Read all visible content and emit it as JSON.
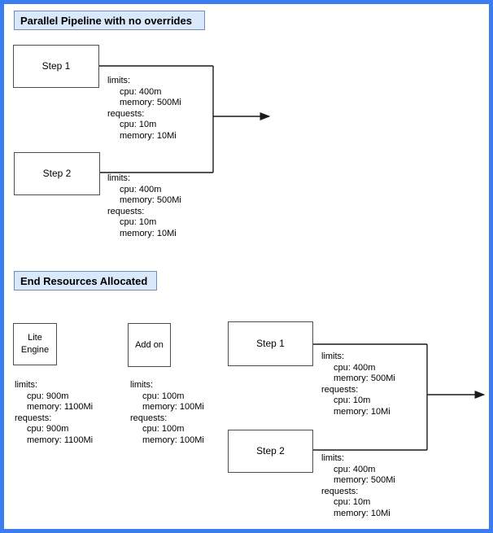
{
  "colors": {
    "page_border": "#3b7cf0",
    "header_fill": "#dae8fc",
    "header_border": "#6c8ebf",
    "box_border": "#4d4d4d",
    "connector": "#1a1a1a"
  },
  "titles": {
    "top": "Parallel Pipeline with no overrides",
    "bottom": "End Resources Allocated"
  },
  "nodes": {
    "top_step1": "Step 1",
    "top_step2": "Step 2",
    "lite_engine_line1": "Lite",
    "lite_engine_line2": "Engine",
    "add_on": "Add on",
    "bottom_step1": "Step 1",
    "bottom_step2": "Step 2"
  },
  "resources": {
    "top_step1": {
      "limits_header": "limits:",
      "limit_cpu": "cpu: 400m",
      "limit_mem": "memory: 500Mi",
      "requests_header": "requests:",
      "request_cpu": "cpu: 10m",
      "request_mem": "memory: 10Mi"
    },
    "top_step2": {
      "limits_header": "limits:",
      "limit_cpu": "cpu: 400m",
      "limit_mem": "memory: 500Mi",
      "requests_header": "requests:",
      "request_cpu": "cpu: 10m",
      "request_mem": "memory: 10Mi"
    },
    "lite_engine": {
      "limits_header": "limits:",
      "limit_cpu": "cpu: 900m",
      "limit_mem": "memory: 1100Mi",
      "requests_header": "requests:",
      "request_cpu": "cpu: 900m",
      "request_mem": "memory: 1100Mi"
    },
    "add_on": {
      "limits_header": "limits:",
      "limit_cpu": "cpu: 100m",
      "limit_mem": "memory: 100Mi",
      "requests_header": "requests:",
      "request_cpu": "cpu: 100m",
      "request_mem": "memory: 100Mi"
    },
    "bottom_step1": {
      "limits_header": "limits:",
      "limit_cpu": "cpu: 400m",
      "limit_mem": "memory: 500Mi",
      "requests_header": "requests:",
      "request_cpu": "cpu: 10m",
      "request_mem": "memory: 10Mi"
    },
    "bottom_step2": {
      "limits_header": "limits:",
      "limit_cpu": "cpu: 400m",
      "limit_mem": "memory: 500Mi",
      "requests_header": "requests:",
      "request_cpu": "cpu: 10m",
      "request_mem": "memory: 10Mi"
    }
  }
}
